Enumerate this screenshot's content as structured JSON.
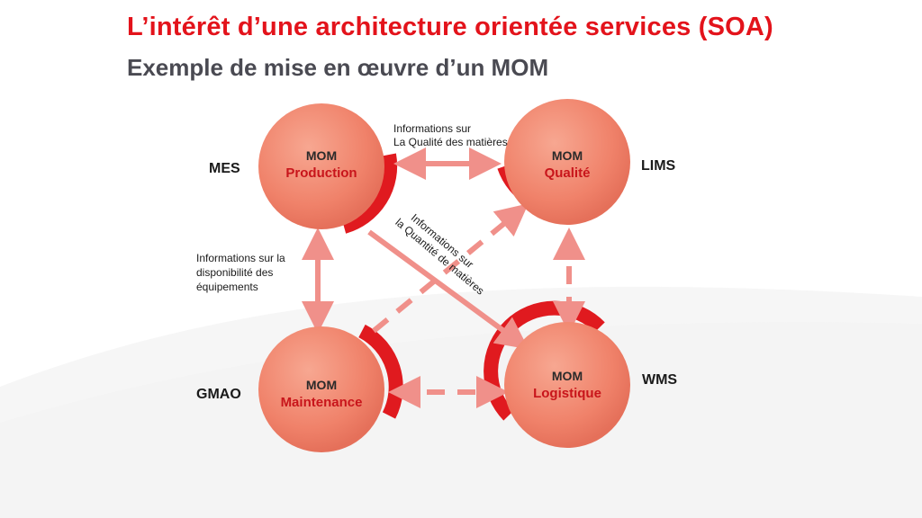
{
  "slide": {
    "title": "L’intérêt d’une architecture orientée services (SOA)",
    "subtitle": "Exemple de mise en œuvre d’un MOM"
  },
  "nodes": {
    "production": {
      "line1": "MOM",
      "line2": "Production",
      "system": "MES"
    },
    "qualite": {
      "line1": "MOM",
      "line2": "Qualité",
      "system": "LIMS"
    },
    "maintenance": {
      "line1": "MOM",
      "line2": "Maintenance",
      "system": "GMAO"
    },
    "logistique": {
      "line1": "MOM",
      "line2": "Logistique",
      "system": "WMS"
    }
  },
  "labels": {
    "qualite_info": [
      "Informations sur",
      "La Qualité des matières"
    ],
    "quantite_info": [
      "Informations sur",
      "la Quantité de matières"
    ],
    "dispo_info": [
      "Informations sur la",
      "disponibilité des",
      "équipements"
    ]
  },
  "colors": {
    "title": "#e3131b",
    "subtitle": "#4a4a52",
    "circle_fill": "#f08a72",
    "circle_edge": "#e06550",
    "ring": "#e01a1f",
    "arrow": "#f0908a",
    "node_label_dark": "#2a2a2a",
    "node_label_red": "#c8151b"
  }
}
